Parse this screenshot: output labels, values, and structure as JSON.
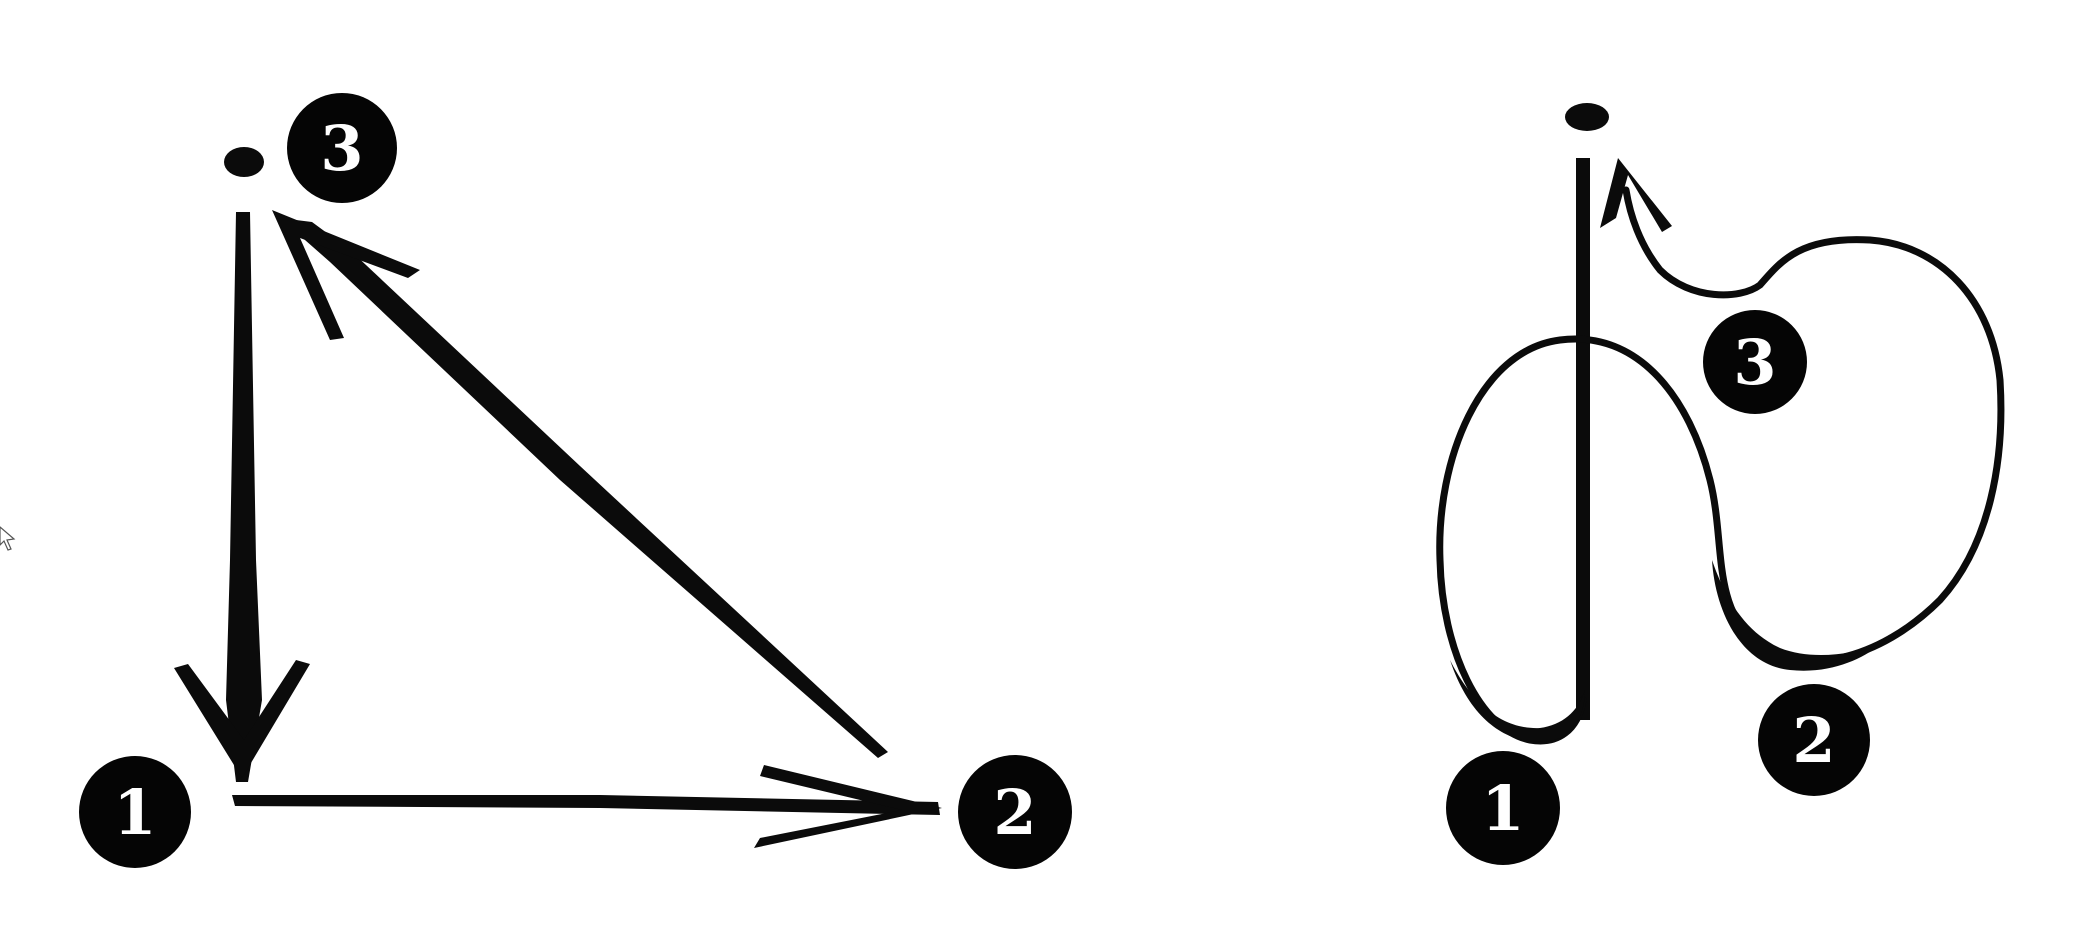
{
  "diagrams": [
    {
      "id": "triangle",
      "kind": "stroke-order-triangle",
      "steps": [
        {
          "label": "1",
          "role": "start-corner"
        },
        {
          "label": "2",
          "role": "right-corner"
        },
        {
          "label": "3",
          "role": "top-dot"
        }
      ],
      "arrows": [
        {
          "from": "3",
          "to": "1"
        },
        {
          "from": "1",
          "to": "2"
        },
        {
          "from": "2",
          "to": "3"
        }
      ]
    },
    {
      "id": "looped-stroke",
      "kind": "continuous-loop",
      "steps": [
        {
          "label": "1",
          "role": "left-loop-bottom"
        },
        {
          "label": "2",
          "role": "right-loop-bottom"
        },
        {
          "label": "3",
          "role": "arrow-return"
        }
      ]
    }
  ],
  "colors": {
    "ink": "#0b0b0b",
    "badge": "#050505",
    "badge_text": "#ffffff",
    "background": "#ffffff"
  },
  "cursor": {
    "icon": "pointer-cursor-icon"
  }
}
